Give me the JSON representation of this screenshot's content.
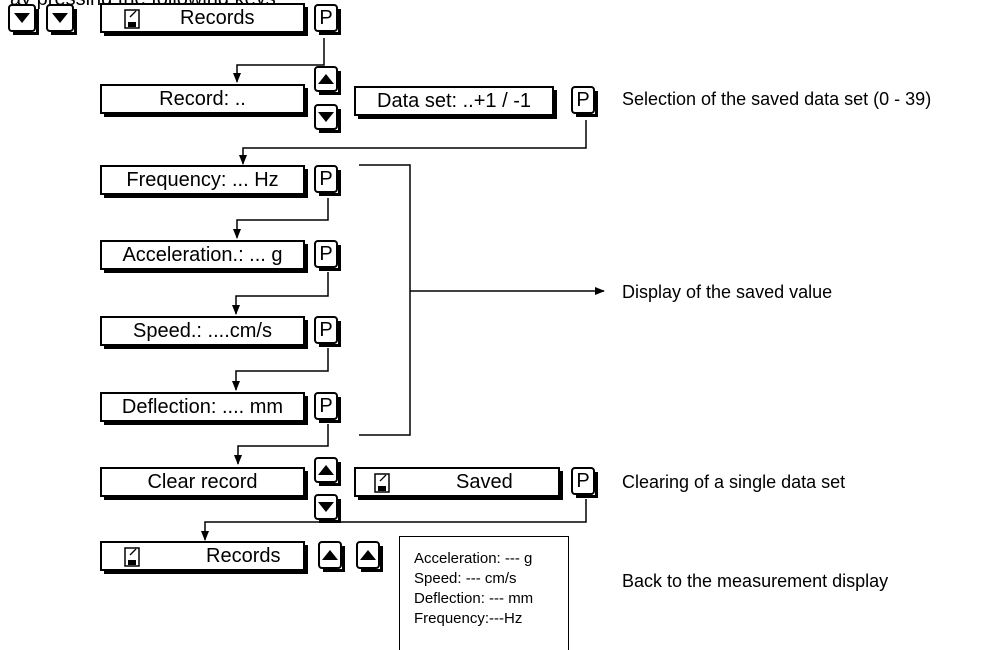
{
  "header": {
    "text": "ay pressing the following keys"
  },
  "keys": {
    "p_label": "P"
  },
  "boxes": {
    "records_top": "Records",
    "record": "Record: ..",
    "data_set": "Data set: ..+1 / -1",
    "frequency": "Frequency: ... Hz",
    "acceleration": "Acceleration.: ... g",
    "speed": "Speed.: ....cm/s",
    "deflection": "Deflection: .... mm",
    "clear_record": "Clear record",
    "saved": "Saved",
    "records_bottom": "Records"
  },
  "notes": {
    "selection": "Selection of the saved data set (0 - 39)",
    "display_saved": "Display of the saved value",
    "clearing": "Clearing of a single data set",
    "back": "Back to the measurement display"
  },
  "measurement_panel": {
    "lines": [
      "Acceleration: --- g",
      "Speed: --- cm/s",
      "Deflection: --- mm",
      "Frequency:---Hz"
    ]
  },
  "icons": {
    "down_key": "down-triangle-icon",
    "up_key": "up-triangle-icon",
    "memory": "memory-card-icon"
  }
}
